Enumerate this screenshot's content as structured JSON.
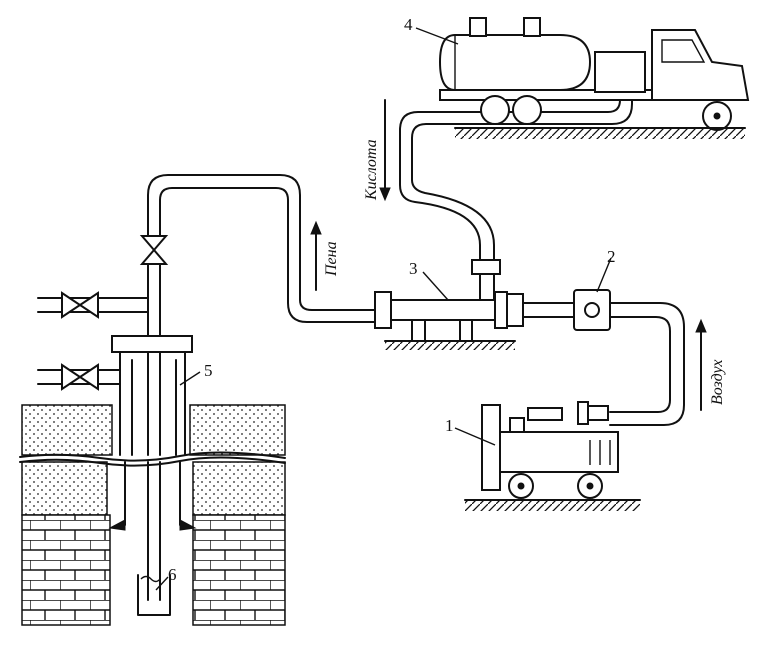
{
  "labels": {
    "n1": "1",
    "n2": "2",
    "n3": "3",
    "n4": "4",
    "n5": "5",
    "n6": "6",
    "acid": "Кислота",
    "foam": "Пена",
    "air": "Воздух"
  }
}
